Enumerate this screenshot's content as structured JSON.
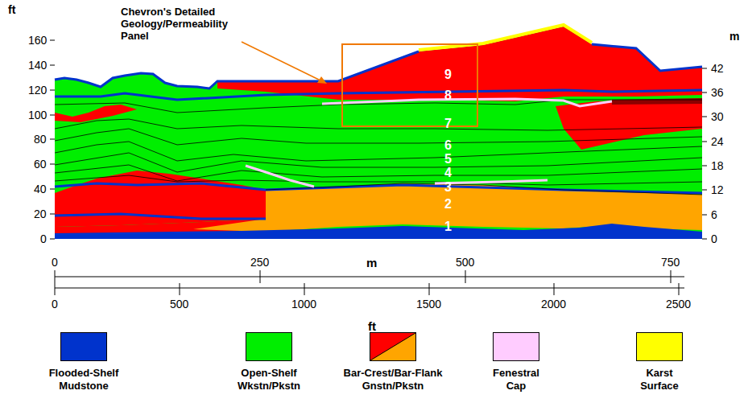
{
  "diagram": {
    "labels": [
      "ft",
      "m",
      "0",
      "20",
      "40",
      "60",
      "80",
      "100",
      "120",
      "140",
      "160",
      "0",
      "6",
      "12",
      "18",
      "24",
      "30",
      "36",
      "42",
      "1",
      "2",
      "3",
      "4",
      "5",
      "6",
      "7",
      "8",
      "9",
      "Chevron's Detailed Geology/Permeability Panel",
      "0",
      "250",
      "500",
      "750",
      "m",
      "0",
      "500",
      "1000",
      "1500",
      "2000",
      "2500",
      "ft"
    ],
    "legend": [
      {
        "text": "Flooded-Shelf Mudstone",
        "color": "#0033cc"
      },
      {
        "text": "Open-Shelf Wkstn/Pkstn",
        "color": "#00ee00"
      },
      {
        "text": "Bar-Crest/Bar-Flank Gnstn/Pkstn",
        "color": "#ff0000"
      },
      {
        "text": "Fenestral Cap",
        "color": "#ffccff"
      },
      {
        "text": "Karst Surface",
        "color": "#ffff00"
      }
    ]
  }
}
